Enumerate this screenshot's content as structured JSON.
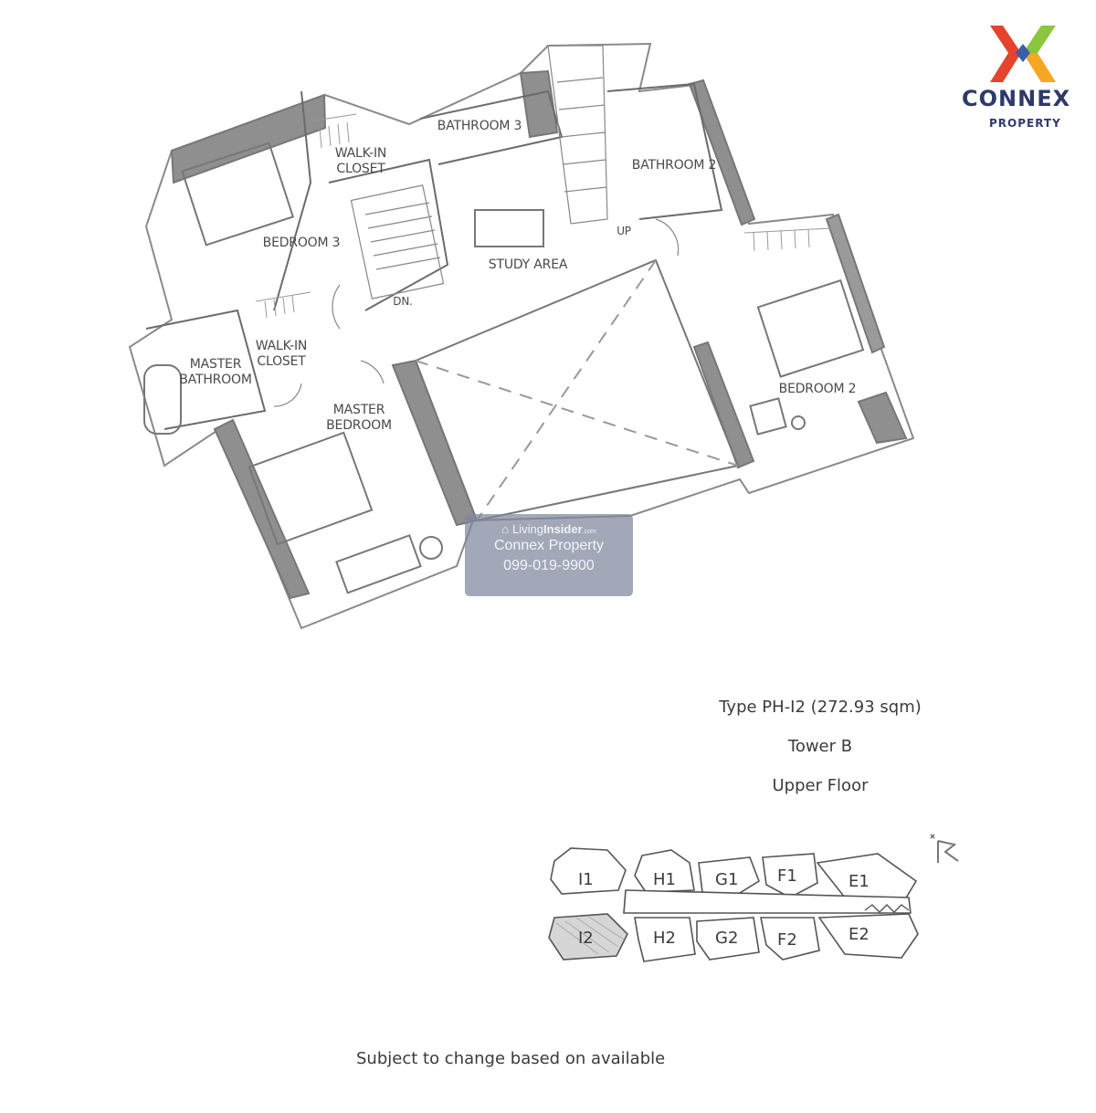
{
  "logo": {
    "word": "CONNEX",
    "sub": "PROPERTY",
    "colors": {
      "red": "#e5432c",
      "green": "#8cc63f",
      "blue": "#3b5ea8",
      "orange": "#f5a623",
      "text": "#2e3a6b"
    }
  },
  "rooms": {
    "walkin_closet_top": "WALK-IN\nCLOSET",
    "bathroom_3": "BATHROOM 3",
    "bathroom_2": "BATHROOM 2",
    "bedroom_3": "BEDROOM 3",
    "study_area": "STUDY AREA",
    "up": "UP",
    "dn": "DN.",
    "walkin_closet_mid": "WALK-IN\nCLOSET",
    "master_bathroom": "MASTER\nBATHROOM",
    "master_bedroom": "MASTER\nBEDROOM",
    "bedroom_2": "BEDROOM 2"
  },
  "watermark": {
    "brand_prefix": "Living",
    "brand_bold": "Insider",
    "brand_suffix": ".com",
    "agency": "Connex Property",
    "phone": "099-019-9900"
  },
  "unit_info": {
    "type": "Type PH-I2 (272.93 sqm)",
    "tower": "Tower B",
    "floor": "Upper Floor"
  },
  "key_plan": {
    "units": [
      "I1",
      "H1",
      "G1",
      "F1",
      "E1",
      "I2",
      "H2",
      "G2",
      "F2",
      "E2"
    ],
    "highlighted": "I2"
  },
  "disclaimer": "Subject to change based on available"
}
